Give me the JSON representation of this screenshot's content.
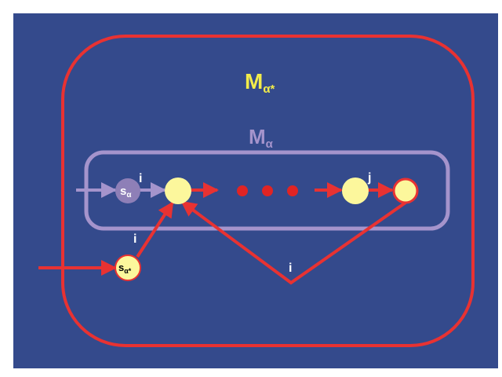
{
  "colors": {
    "background": "#344a8c",
    "outer_border": "#e83232",
    "inner_border": "#a594cc",
    "node_yellow": "#fcf79c",
    "node_purple": "#8e7fb7",
    "arrow_red": "#e83232",
    "arrow_purple": "#a594cc",
    "dot_red": "#e02424",
    "label_yellow": "#f2ec4a",
    "label_white": "#ffffff"
  },
  "labels": {
    "outer_title_base": "M",
    "outer_title_sub": "α*",
    "inner_title_base": "M",
    "inner_title_sub": "α",
    "node_s_alpha_base": "s",
    "node_s_alpha_sub": "α",
    "node_s_alpha_star_base": "s",
    "node_s_alpha_star_sub": "α*",
    "edge_in_label": "i",
    "edge_diag_label": "i",
    "edge_last_label": "j",
    "edge_return_label": "i"
  }
}
